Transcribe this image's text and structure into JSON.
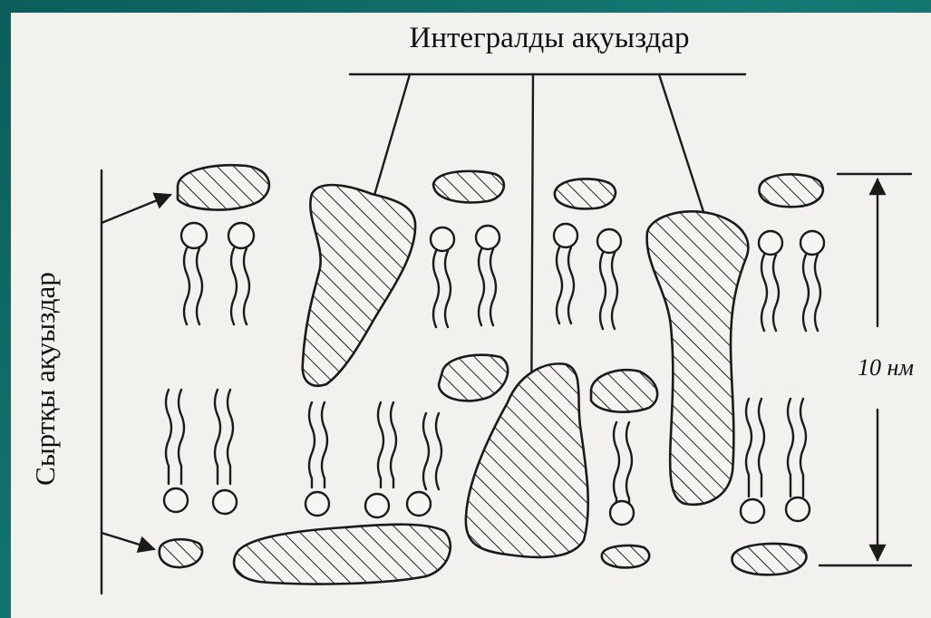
{
  "labels": {
    "integral_proteins": "Интегралды ақуыздар",
    "peripheral_proteins": "Сыртқы ақуыздар",
    "thickness": "10 нм"
  },
  "colors": {
    "slide_background": "#0f6b66",
    "paper": "#f2f1ee",
    "ink": "#1a1a1a"
  }
}
